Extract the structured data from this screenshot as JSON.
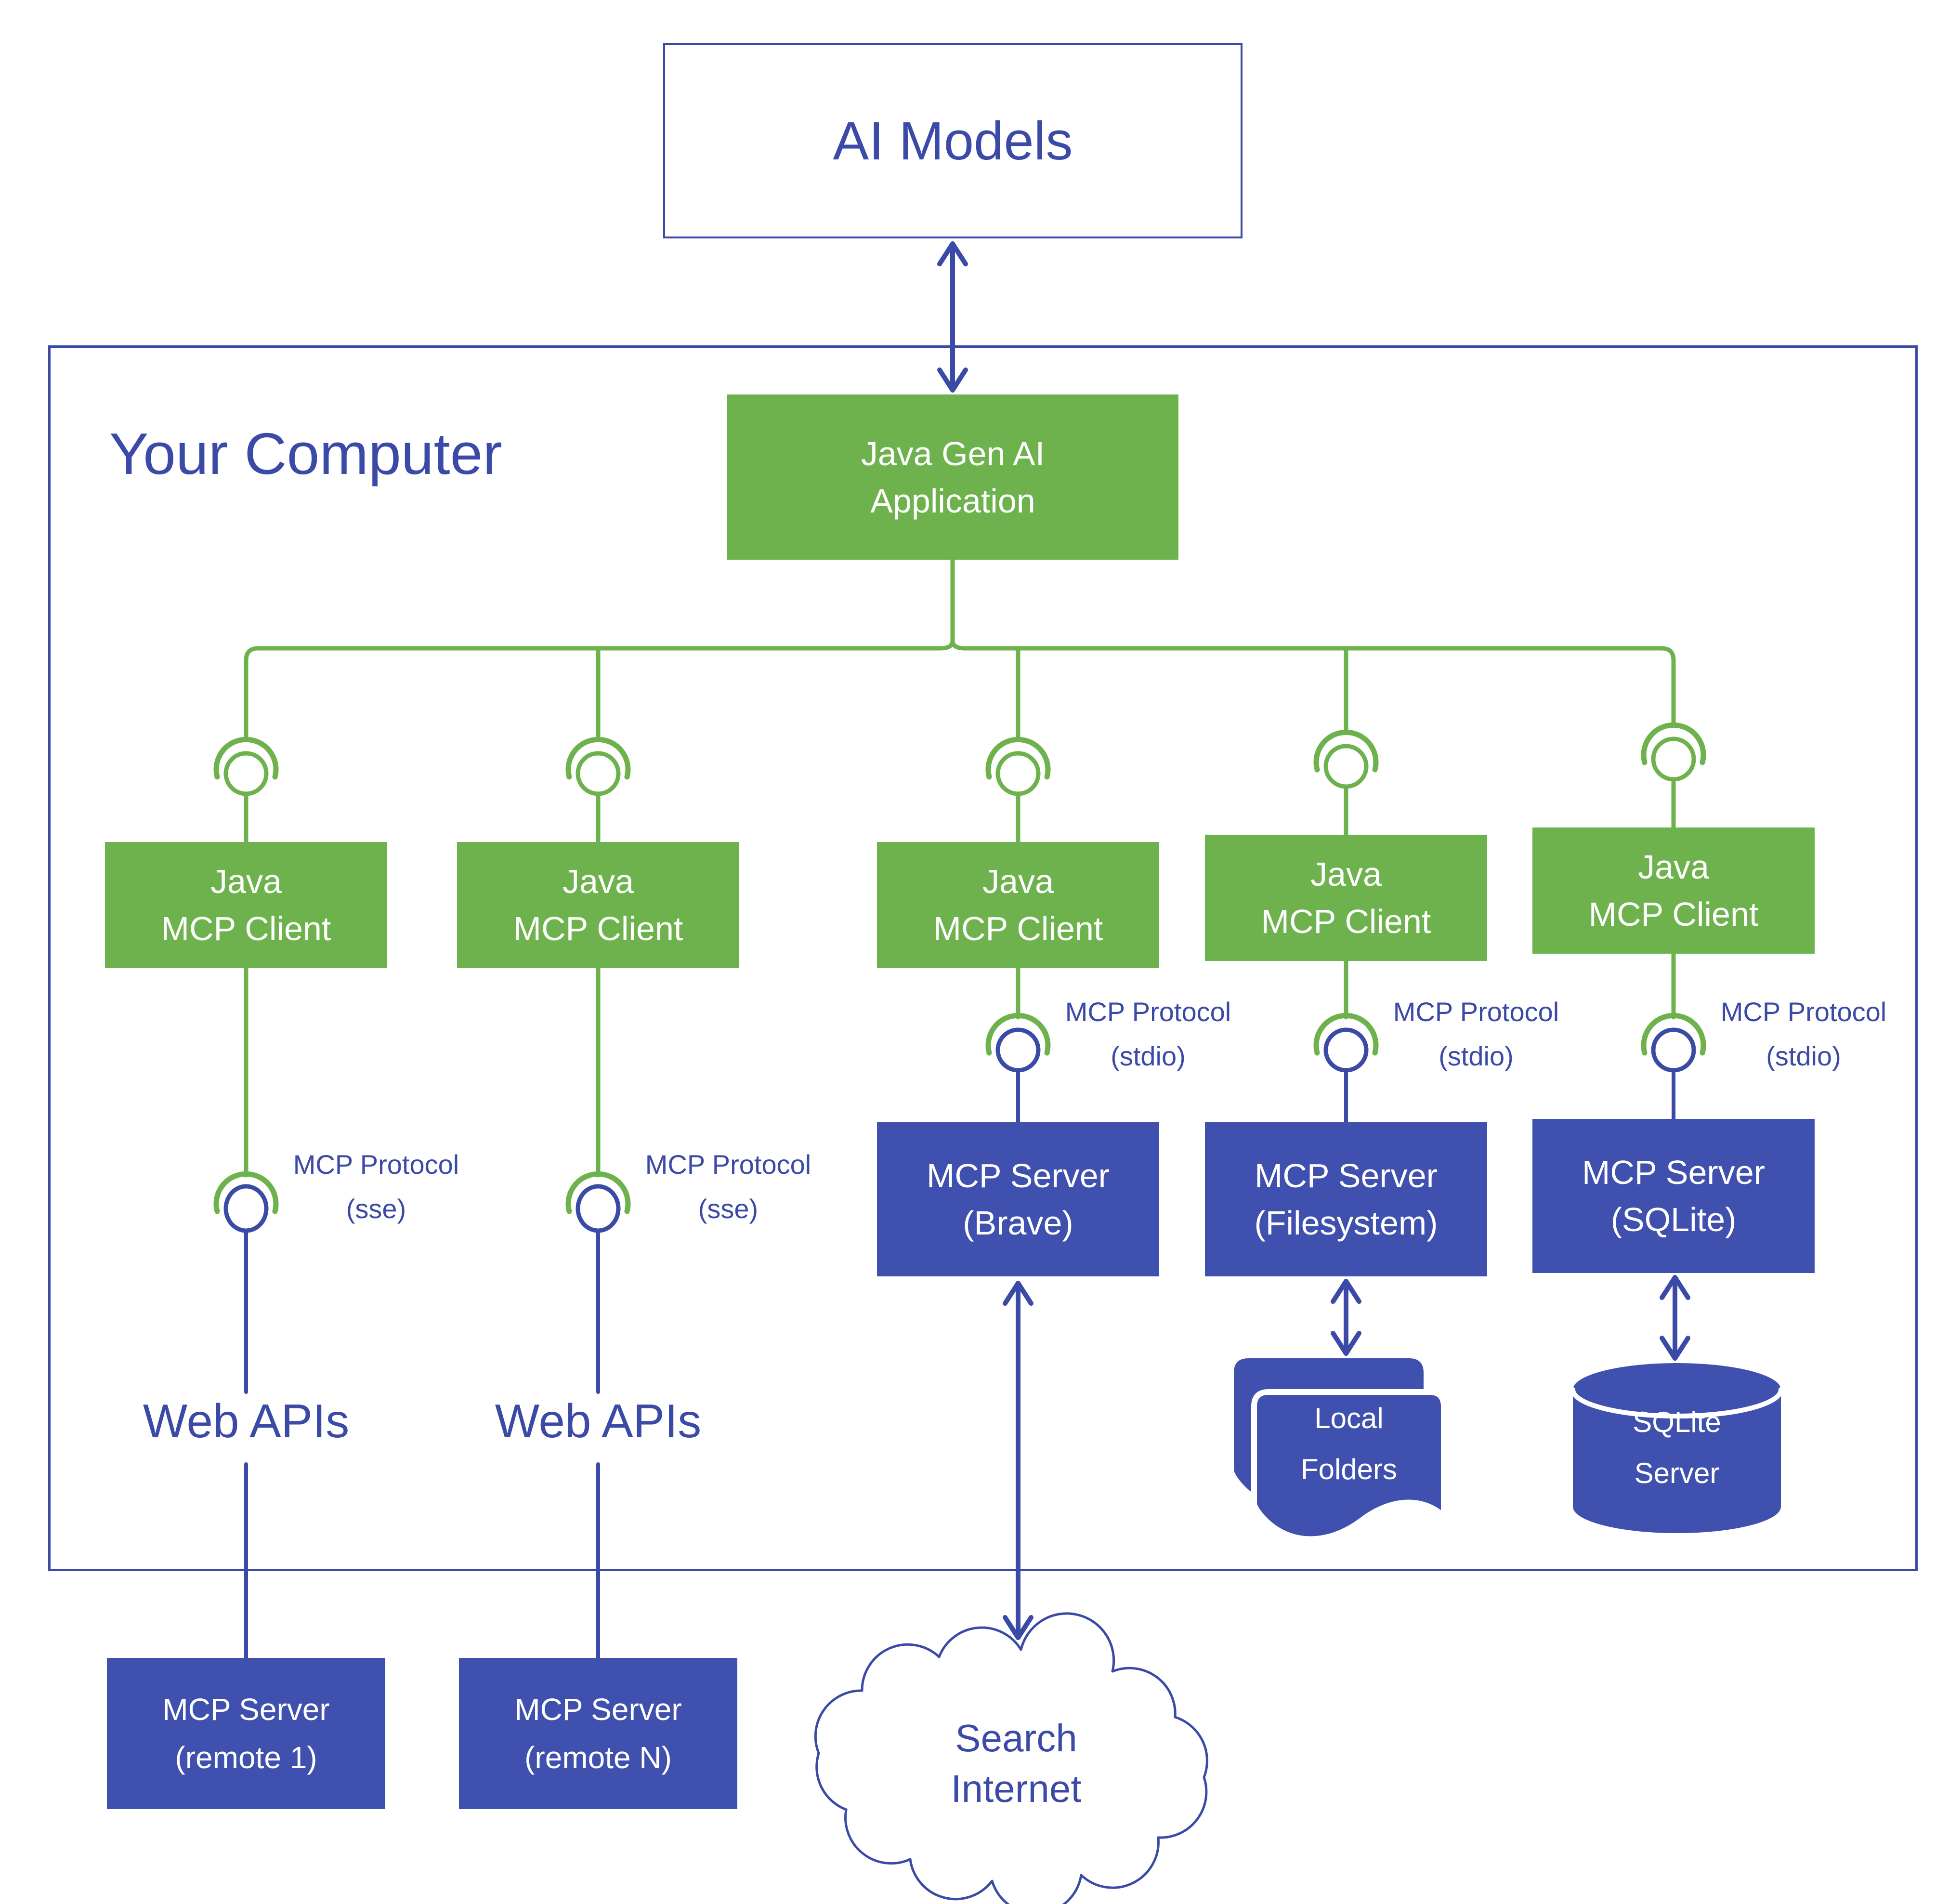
{
  "colors": {
    "green": "#6EB24D",
    "indigo_line": "#3B4AA6",
    "indigo_fill": "#4050AE",
    "white": "#FFFFFF"
  },
  "icons": {
    "connector": "mcp-connector-icon",
    "folder": "folder-icon",
    "database": "database-icon",
    "cloud": "cloud-icon",
    "arrow": "double-arrow-icon"
  },
  "nodes": {
    "ai_models": {
      "label": "AI Models"
    },
    "your_computer": {
      "label": "Your Computer"
    },
    "app": {
      "line1": "Java Gen AI",
      "line2": "Application"
    },
    "clients": [
      {
        "line1": "Java",
        "line2": "MCP Client"
      },
      {
        "line1": "Java",
        "line2": "MCP Client"
      },
      {
        "line1": "Java",
        "line2": "MCP Client"
      },
      {
        "line1": "Java",
        "line2": "MCP Client"
      },
      {
        "line1": "Java",
        "line2": "MCP Client"
      }
    ],
    "protocols": [
      {
        "line1": "MCP Protocol",
        "line2": "(sse)"
      },
      {
        "line1": "MCP Protocol",
        "line2": "(sse)"
      },
      {
        "line1": "MCP Protocol",
        "line2": "(stdio)"
      },
      {
        "line1": "MCP Protocol",
        "line2": "(stdio)"
      },
      {
        "line1": "MCP Protocol",
        "line2": "(stdio)"
      }
    ],
    "web_apis": {
      "label": "Web APIs"
    },
    "servers": [
      {
        "line1": "MCP Server",
        "line2": "(Brave)"
      },
      {
        "line1": "MCP Server",
        "line2": "(Filesystem)"
      },
      {
        "line1": "MCP Server",
        "line2": "(SQLite)"
      }
    ],
    "remote_servers": [
      {
        "line1": "MCP Server",
        "line2": "(remote 1)"
      },
      {
        "line1": "MCP Server",
        "line2": "(remote N)"
      }
    ],
    "local_folders": {
      "line1": "Local",
      "line2": "Folders"
    },
    "sqlite_server": {
      "line1": "SQLite",
      "line2": "Server"
    },
    "search_internet": {
      "line1": "Search",
      "line2": "Internet"
    }
  }
}
